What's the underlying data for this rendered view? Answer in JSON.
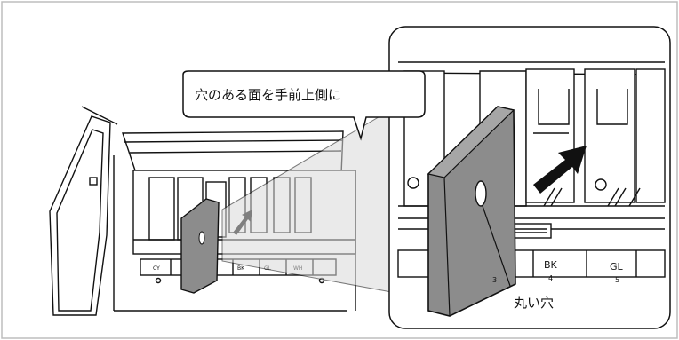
{
  "callout": {
    "text": "穴のある面を手前上側に"
  },
  "labels": {
    "hole": "丸い穴",
    "slots_small": [
      "CY",
      "BK",
      "GL",
      "WH"
    ],
    "slots_large": [
      "BK",
      "GL"
    ],
    "slot_numbers_large": [
      "3",
      "4",
      "5"
    ]
  },
  "colors": {
    "line": "#111111",
    "cartridge_gray": "#8c8c8c",
    "panel_gray": "#d9d9d9",
    "frame": "#bdbdbd",
    "arrow": "#111111"
  }
}
